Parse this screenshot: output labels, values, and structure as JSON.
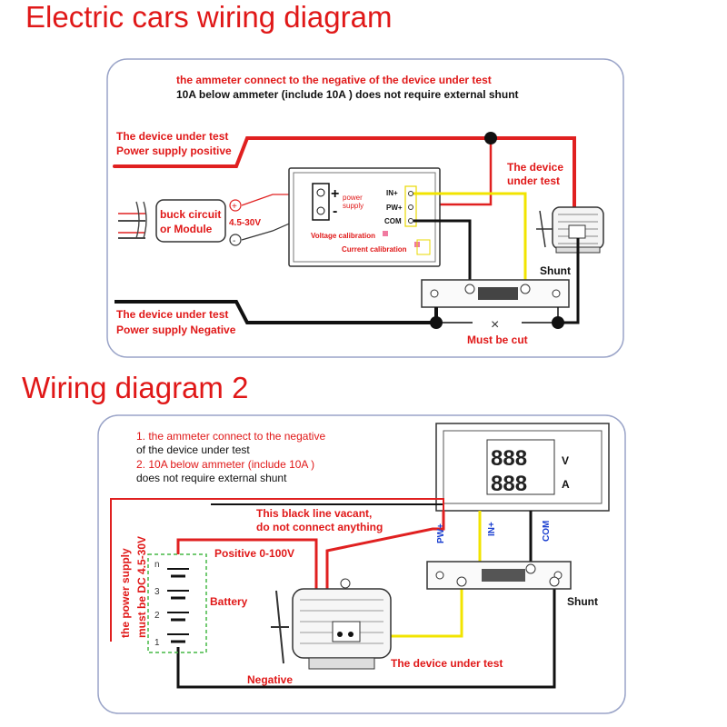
{
  "diagram1": {
    "title": "Electric cars wiring diagram",
    "note_line1": "the ammeter connect to the negative of the device under test",
    "note_line2": "10A below ammeter (include 10A ) does not require external shunt",
    "label_positive_1": "The device under test",
    "label_positive_2": "Power supply positive",
    "label_negative_1": "The device under test",
    "label_negative_2": "Power supply Negative",
    "buck_line1": "buck circuit",
    "buck_line2": "or Module",
    "buck_voltage": "4.5-30V",
    "plus_sign": "+",
    "minus_sign": "-",
    "power_supply_1": "power",
    "power_supply_2": "supply",
    "terminal_in": "IN+",
    "terminal_pw": "PW+",
    "terminal_com": "COM",
    "voltage_calibration": "Voltage calibration",
    "current_calibration": "Current calibration",
    "device_label_1": "The device",
    "device_label_2": "under test",
    "shunt": "Shunt",
    "must_be_cut": "Must be cut",
    "cut_mark": "×"
  },
  "diagram2": {
    "title": "Wiring diagram 2",
    "note_line1": "1. the ammeter connect to the negative",
    "note_line2": "of the device under test",
    "note_line3": "2. 10A below ammeter (include 10A )",
    "note_line4": "does not require external shunt",
    "vacant_line1": "This black line vacant,",
    "vacant_line2": "do not connect anything",
    "display_digits": "888",
    "unit_v": "V",
    "unit_a": "A",
    "terminal_pw": "PW+",
    "terminal_in": "IN+",
    "terminal_com": "COM",
    "power_supply_1": "the power supply",
    "power_supply_2": "must be DC 4.5-30V",
    "positive": "Positive 0-100V",
    "battery": "Battery",
    "shunt": "Shunt",
    "device": "The device under test",
    "negative": "Negative",
    "cell_n": "n",
    "cell_3": "3",
    "cell_2": "2",
    "cell_1": "1"
  },
  "colors": {
    "title": "#e01818",
    "wire_red": "#e02020",
    "wire_black": "#111111",
    "wire_yellow": "#f2e400",
    "label_blue": "#1a3fd0",
    "frame": "#9aa4c8"
  }
}
